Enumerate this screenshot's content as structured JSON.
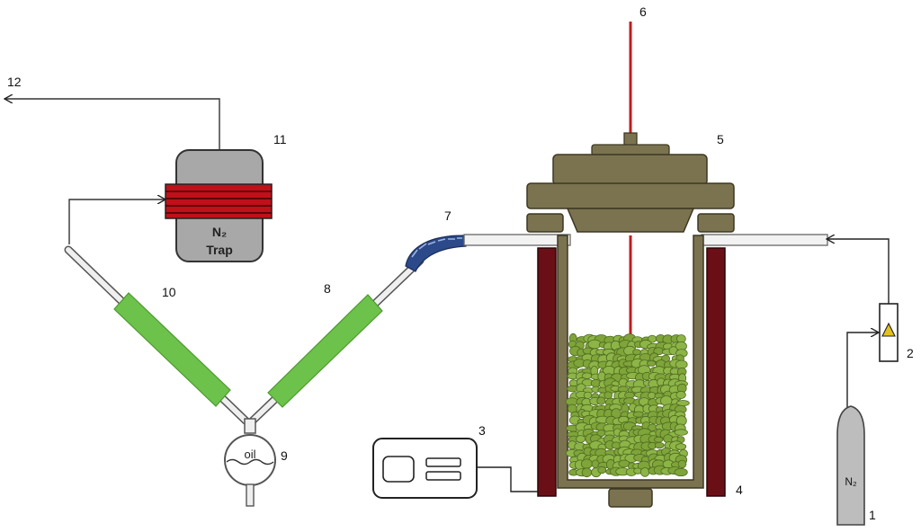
{
  "labels": {
    "n1": "1",
    "n2": "2",
    "n3": "3",
    "n4": "4",
    "n5": "5",
    "n6": "6",
    "n7": "7",
    "n8": "8",
    "n9": "9",
    "n10": "10",
    "n11": "11",
    "n12": "12"
  },
  "trap_text": {
    "line1": "N₂",
    "line2": "Trap"
  },
  "flask_text": "oil",
  "cylinder_text": "N₂",
  "colors": {
    "pipe": "#e9e9e9",
    "pipe_outline": "#555555",
    "heater": "#6b0f16",
    "reactor": "#7b7350",
    "reactor_light": "#9a9168",
    "condenser": "#6cc24a",
    "coil": "#2c4a8a",
    "trap_body": "#a8a8a8",
    "trap_coil": "#c0101a",
    "thermocouple": "#c11b1b",
    "biomass": "#7fa43a",
    "cylinder": "#bdbdbd"
  }
}
